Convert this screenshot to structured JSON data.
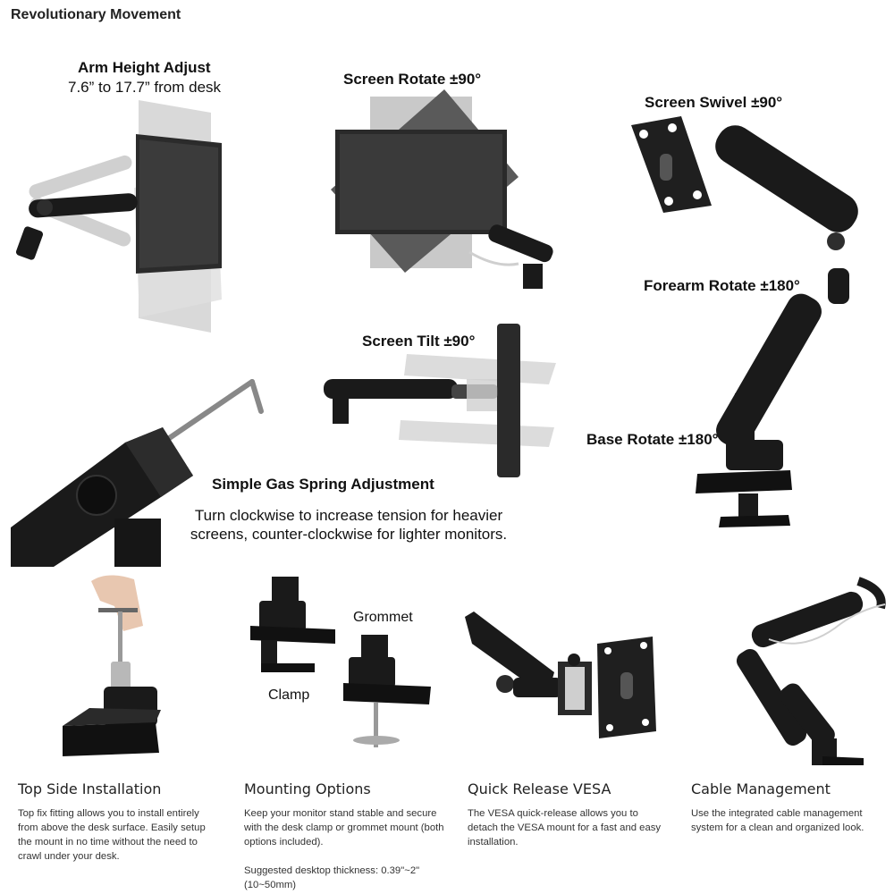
{
  "section_title": "Revolutionary Movement",
  "labels": {
    "arm_height_title": "Arm Height Adjust",
    "arm_height_range": "7.6” to 17.7” from desk",
    "screen_rotate": "Screen Rotate  ±90°",
    "screen_swivel": "Screen Swivel  ±90°",
    "forearm_rotate": "Forearm Rotate  ±180°",
    "screen_tilt": "Screen Tilt  ±90°",
    "base_rotate": "Base Rotate  ±180°",
    "gas_spring_title": "Simple Gas Spring Adjustment",
    "gas_spring_desc": "Turn clockwise to increase tension for heavier screens, counter-clockwise for lighter monitors.",
    "grommet": "Grommet",
    "clamp": "Clamp"
  },
  "features": [
    {
      "title": "Top Side Installation",
      "paragraphs": [
        "Top fix fitting allows you to install entirely from above the desk surface. Easily setup the mount in no time without the need to crawl under your desk."
      ]
    },
    {
      "title": "Mounting Options",
      "paragraphs": [
        "Keep your monitor stand stable and secure with the desk clamp or grommet mount (both options included).",
        "Suggested desktop thickness: 0.39\"~2\" (10~50mm)"
      ]
    },
    {
      "title": "Quick Release VESA",
      "paragraphs": [
        "The VESA quick-release allows you to detach the VESA mount for a fast and easy installation."
      ]
    },
    {
      "title": "Cable Management",
      "paragraphs": [
        "Use the integrated cable management system for a clean and organized look."
      ]
    }
  ],
  "colors": {
    "arm": "#1a1a1a",
    "arm_highlight": "#3a3a3a",
    "ghost": "#c8c8c8",
    "screen": "#2b2b2b",
    "metal": "#9a9a9a"
  }
}
